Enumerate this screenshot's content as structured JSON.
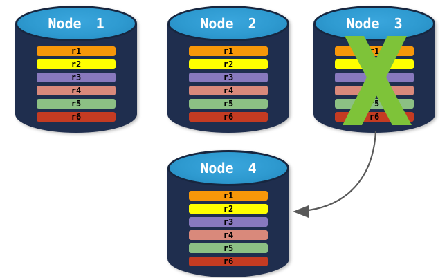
{
  "diagram": {
    "nodes": [
      {
        "id": "node1",
        "label": "Node 1",
        "failed": false
      },
      {
        "id": "node2",
        "label": "Node 2",
        "failed": false
      },
      {
        "id": "node3",
        "label": "Node 3",
        "failed": true
      },
      {
        "id": "node4",
        "label": "Node 4",
        "failed": false
      }
    ],
    "rows": [
      {
        "label": "r1",
        "color": "#F79709"
      },
      {
        "label": "r2",
        "color": "#FFFF00"
      },
      {
        "label": "r3",
        "color": "#8879BE"
      },
      {
        "label": "r4",
        "color": "#D9897B"
      },
      {
        "label": "r5",
        "color": "#8CC084"
      },
      {
        "label": "r6",
        "color": "#C43B22"
      }
    ],
    "colors": {
      "cylinder_body": "#1F2E4E",
      "cylinder_top": "#2E9AD0",
      "failure_x": "#7EC339",
      "arrow": "#595959"
    },
    "arrow": {
      "from": "Node 3",
      "to": "Node 4"
    }
  }
}
